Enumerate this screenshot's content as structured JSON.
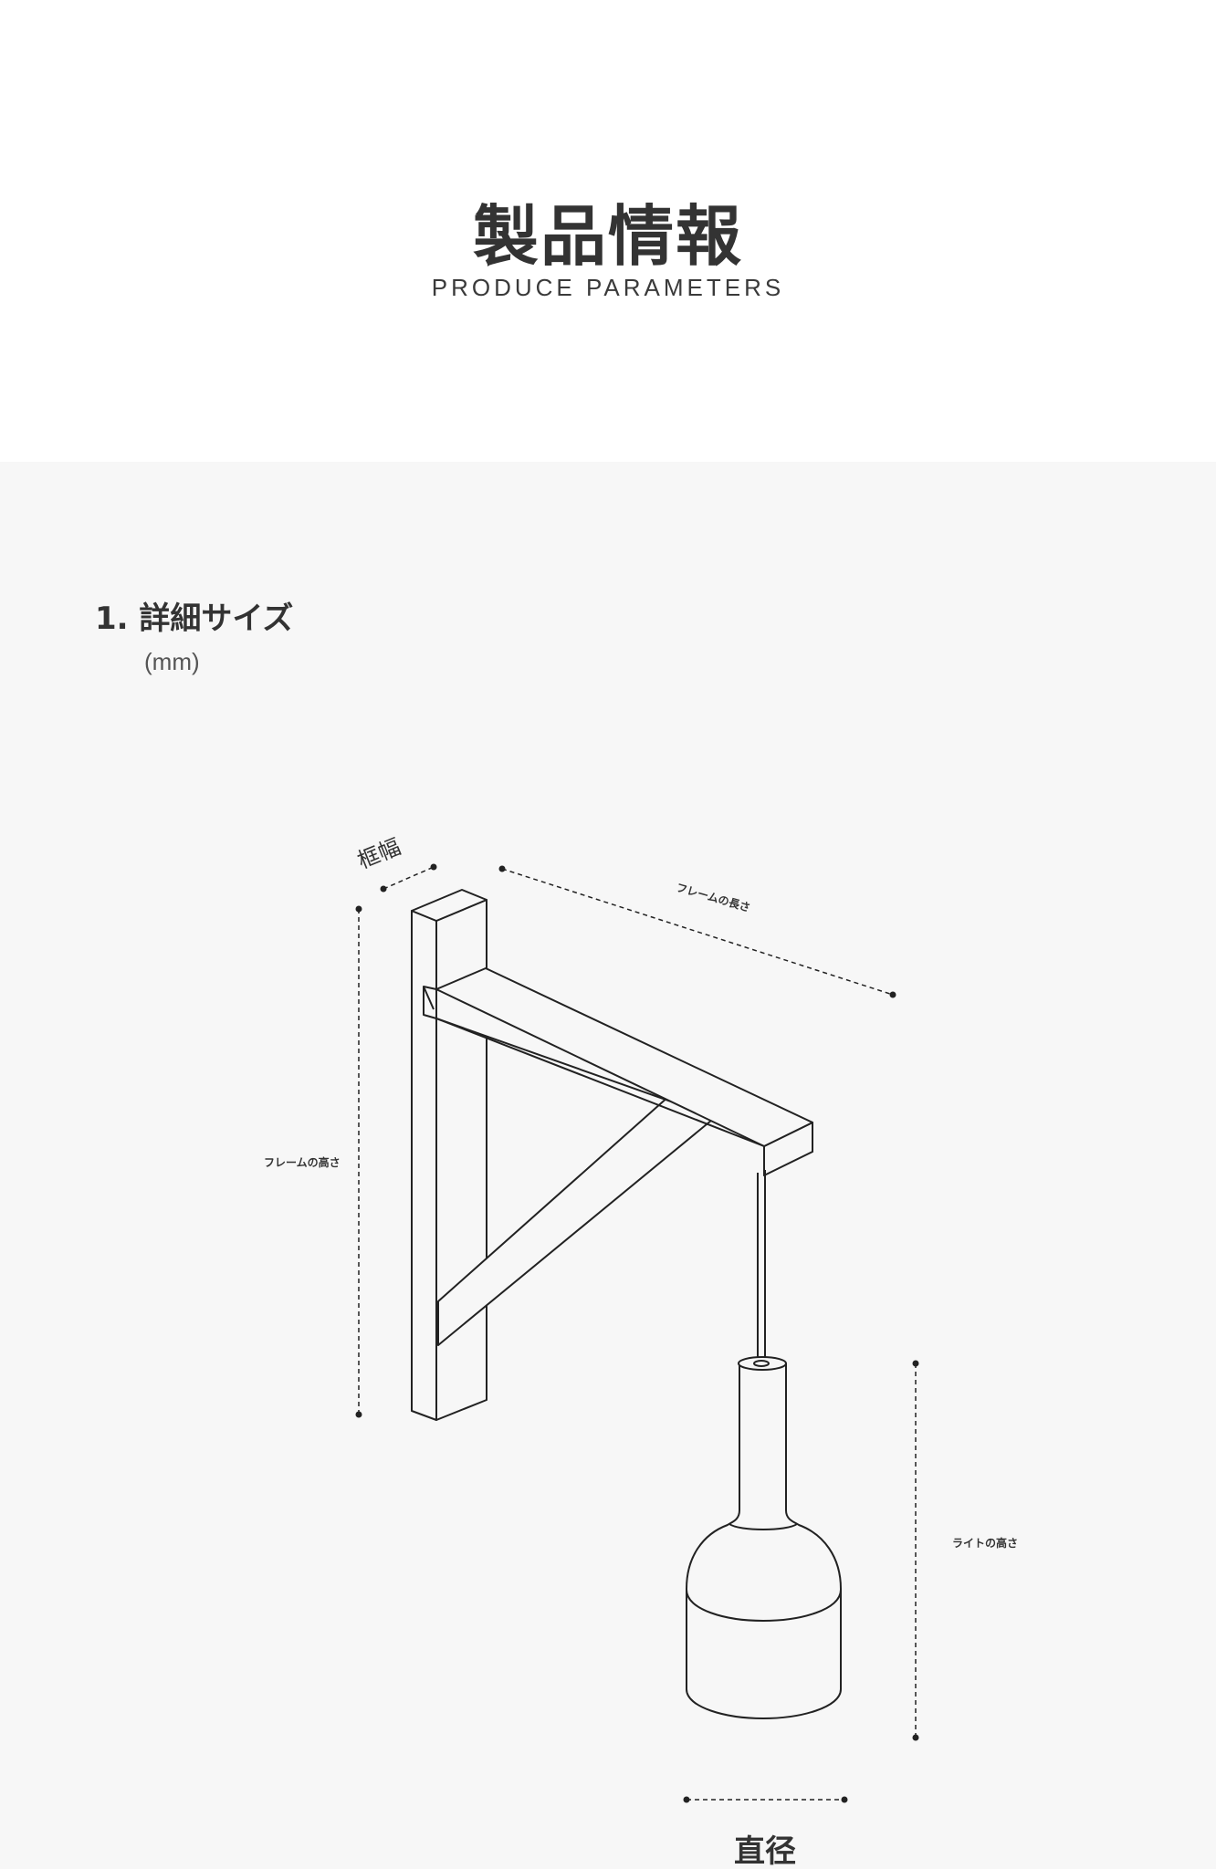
{
  "header": {
    "title_jp": "製品情報",
    "title_en": "PRODUCE PARAMETERS"
  },
  "section": {
    "heading": "1. 詳細サイズ",
    "unit": "(mm)"
  },
  "diagram": {
    "labels": {
      "frame_width": "框幅",
      "frame_length": "フレームの長さ",
      "frame_height": "フレームの高さ",
      "light_height": "ライトの高さ",
      "diameter": "直径"
    }
  },
  "colors": {
    "background_top": "#ffffff",
    "background_panel": "#f7f7f7",
    "text": "#333333",
    "line": "#222222"
  }
}
